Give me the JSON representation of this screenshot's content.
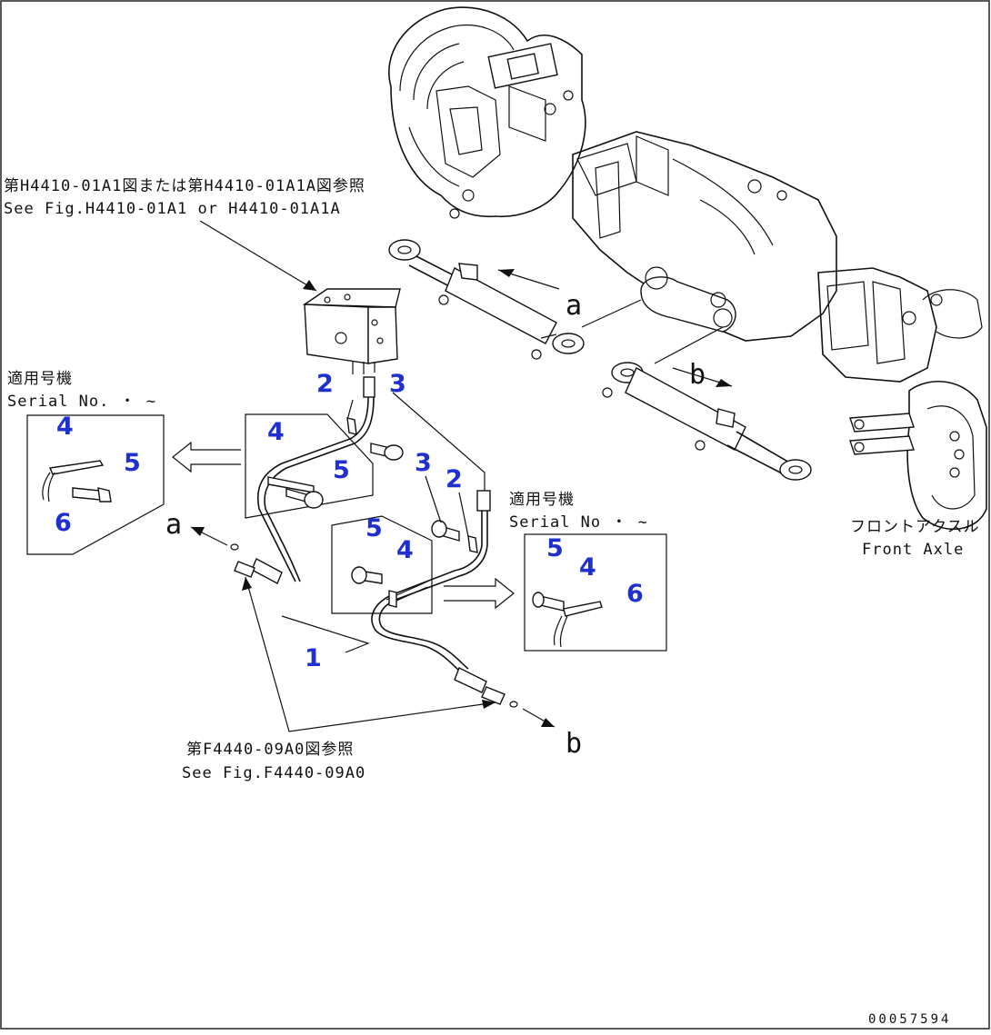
{
  "references": {
    "valve_ref_jp": "第H4410-01A1図または第H4410-01A1A図参照",
    "valve_ref_en": "See Fig.H4410-01A1 or H4410-01A1A",
    "hose_ref_jp": "第F4440-09A0図参照",
    "hose_ref_en": "See Fig.F4440-09A0"
  },
  "serial_boxes": {
    "left_jp": "適用号機",
    "left_en": "Serial No.   ・  ~",
    "right_jp": "適用号機",
    "right_en": "Serial No    ・  ~"
  },
  "axle": {
    "label_jp": "フロントアクスル",
    "label_en": "Front Axle"
  },
  "letters": {
    "a_top": "a",
    "b_top": "b",
    "a_left": "a",
    "b_bottom": "b"
  },
  "part_numbers": {
    "p1": "1",
    "p2a": "2",
    "p2b": "2",
    "p3a": "3",
    "p3b": "3",
    "p4_left": "4",
    "p4_mid": "4",
    "p4_center": "4",
    "p4_right": "4",
    "p5_left": "5",
    "p5_mid": "5",
    "p5_center": "5",
    "p5_right": "5",
    "p6_left": "6",
    "p6_right": "6"
  },
  "drawing_code": "00057594",
  "colors": {
    "callout_numbers": "#1f2fd0",
    "lines": "#111111"
  }
}
